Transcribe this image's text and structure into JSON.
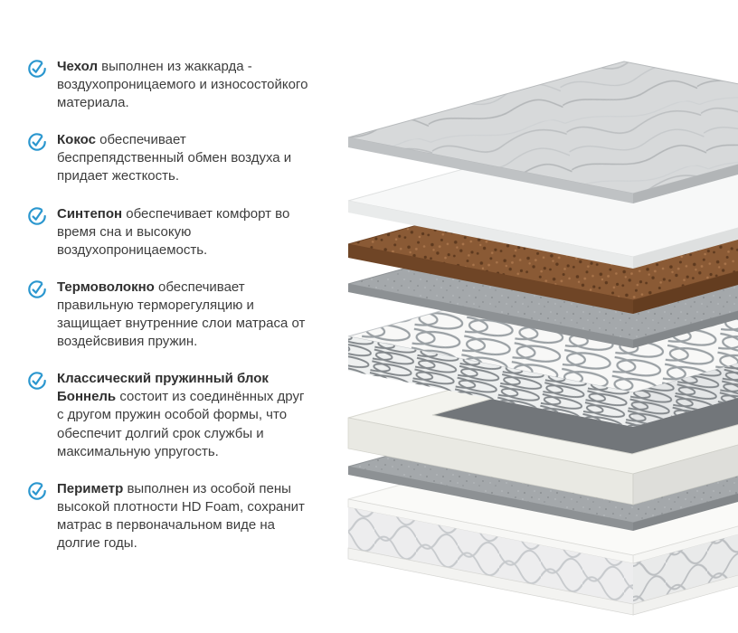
{
  "colors": {
    "accent": "#2b97cf",
    "text": "#3d3d3d",
    "cover": "#d7d9da",
    "synthepon": "#f7f8f8",
    "coco": "#8a5a35",
    "felt": "#a4a8ab",
    "spring_wire": "#9aa0a4",
    "frame": "#f3f3ee",
    "quilt_line": "#c7cacd"
  },
  "features": [
    {
      "title": "Чехол",
      "text": "выполнен из жаккарда - воздухопроницаемого и износостойкого материала."
    },
    {
      "title": "Кокос",
      "text": "обеспечивает беспрепядственный обмен воздуха и придает жесткость."
    },
    {
      "title": "Синтепон",
      "text": "обеспечивает комфорт во время сна и высокую воздухопроницаемость."
    },
    {
      "title": "Термоволокно",
      "text": "обеспечивает правильную терморегуляцию и защищает внутренние слои матраса от воздейсвивия пружин."
    },
    {
      "title": "Классический пружинный блок Боннель",
      "text": "состоит из соединённых друг с другом пружин особой формы, что обеспечит долгий срок службы и максимальную упругость."
    },
    {
      "title": "Периметр",
      "text": "выполнен из особой пены высокой плотности HD Foam, сохранит матрас в первоначальном виде на долгие годы."
    }
  ],
  "illustration": {
    "layers": [
      "cover-jacquard",
      "synthepon",
      "coco",
      "thermofiber-felt",
      "bonnell-springs",
      "perimeter-frame",
      "felt",
      "mattress-body"
    ]
  }
}
